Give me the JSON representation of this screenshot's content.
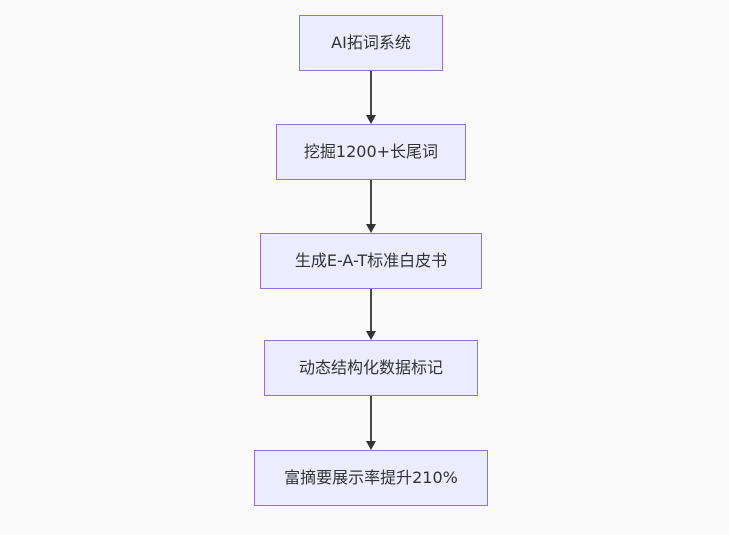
{
  "flowchart": {
    "type": "vertical-flow",
    "nodes": [
      {
        "id": "node-1",
        "label": "AI拓词系统"
      },
      {
        "id": "node-2",
        "label": "挖掘1200+长尾词"
      },
      {
        "id": "node-3",
        "label": "生成E-A-T标准白皮书"
      },
      {
        "id": "node-4",
        "label": "动态结构化数据标记"
      },
      {
        "id": "node-5",
        "label": "富摘要展示率提升210%"
      }
    ],
    "edges": [
      {
        "from": "node-1",
        "to": "node-2",
        "style": "arrow-down"
      },
      {
        "from": "node-2",
        "to": "node-3",
        "style": "arrow-down"
      },
      {
        "from": "node-3",
        "to": "node-4",
        "style": "arrow-down"
      },
      {
        "from": "node-4",
        "to": "node-5",
        "style": "arrow-down"
      }
    ],
    "colors": {
      "background": "#fafafa",
      "node_fill": "#ECECFF",
      "node_border": "#9370DB",
      "text": "#333333",
      "edge_line": "#4a4a4a",
      "edge_head": "#333333"
    }
  }
}
